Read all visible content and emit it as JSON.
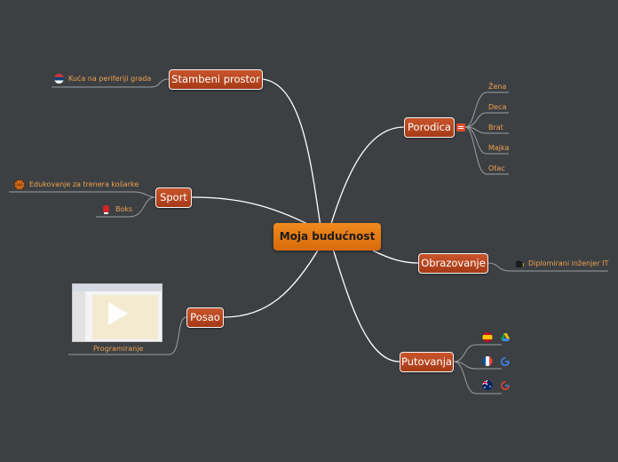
{
  "root": {
    "label": "Moja budućnost"
  },
  "branches": {
    "stambeni": {
      "label": "Stambeni prostor",
      "leaves": [
        {
          "label": "Kuća na periferiji grada",
          "icon": "serbia-flag-icon"
        }
      ]
    },
    "sport": {
      "label": "Sport",
      "leaves": [
        {
          "label": "Edukovanje za trenera košarke",
          "icon": "basketball-icon"
        },
        {
          "label": "Boks",
          "icon": "boxing-glove-icon"
        }
      ]
    },
    "posao": {
      "label": "Posao",
      "leaves": [
        {
          "label": "Programiranje",
          "icon": "video-play-icon"
        }
      ]
    },
    "porodica": {
      "label": "Porodica",
      "note_icon": "notes-icon",
      "leaves": [
        {
          "label": "Žena"
        },
        {
          "label": "Deca"
        },
        {
          "label": "Brat"
        },
        {
          "label": "Majka"
        },
        {
          "label": "Otac"
        }
      ]
    },
    "obrazovanje": {
      "label": "Obrazovanje",
      "leaves": [
        {
          "label": "Diplomirani inženjer IT",
          "icon": "graduation-cap-icon"
        }
      ]
    },
    "putovanja": {
      "label": "Putovanja",
      "leaves": [
        {
          "icons": [
            "spain-flag-icon",
            "google-drive-icon"
          ]
        },
        {
          "icons": [
            "france-flag-icon",
            "google-icon"
          ]
        },
        {
          "icons": [
            "australia-flag-icon",
            "google-icon"
          ]
        }
      ]
    }
  },
  "colors": {
    "background": "#3c4043",
    "root": "#e87a14",
    "node": "#b8461f",
    "leaf_text": "#f0a050",
    "lines": "#ffffff"
  }
}
